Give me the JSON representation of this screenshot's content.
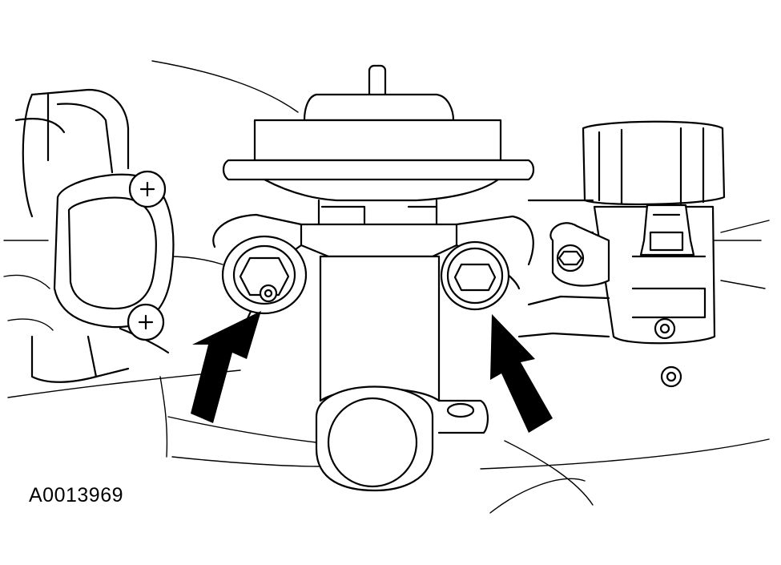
{
  "figure": {
    "id": "A0013969"
  },
  "callouts": [
    {
      "name": "arrow-left-stud-nut",
      "target": "egr-valve-stud-nut"
    },
    {
      "name": "arrow-right-hex-bolt",
      "target": "egr-valve-hex-bolt"
    }
  ],
  "colors": {
    "line": "#000000",
    "background": "#ffffff"
  },
  "icons": [
    "plus-screw-icon",
    "hex-nut-icon",
    "hex-socket-bolt-icon",
    "callout-arrow-icon"
  ]
}
